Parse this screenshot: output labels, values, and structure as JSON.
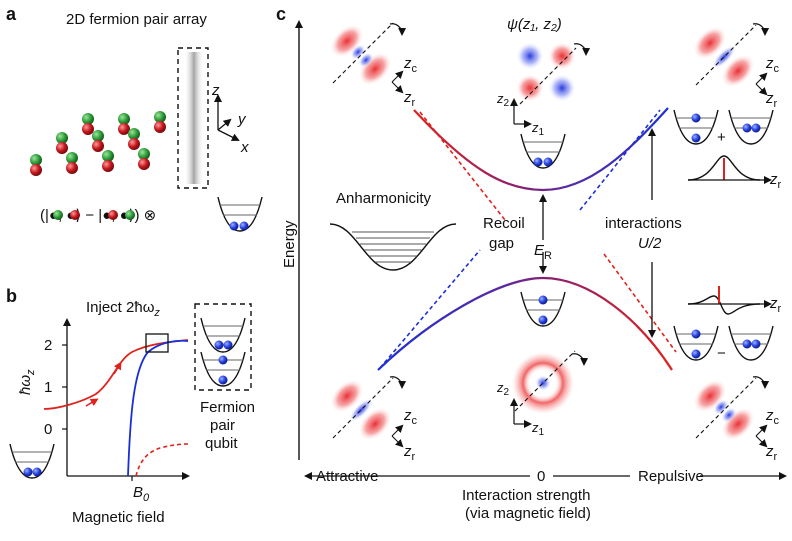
{
  "panels": {
    "a": {
      "label": "a",
      "title": "2D fermion pair array",
      "axes": {
        "z": "z",
        "y": "y",
        "x": "x"
      },
      "state_formula": "(|●, ●⟩ − |●, ●⟩) ⊗"
    },
    "b": {
      "label": "b",
      "title": "Inject 2ħω",
      "title_sub": "z",
      "ylabel": "ħω",
      "ylabel_sub": "z",
      "yticks": [
        "0",
        "1",
        "2"
      ],
      "xtick": "B",
      "xtick_sub": "0",
      "xlabel": "Magnetic field",
      "qubit_label": [
        "Fermion",
        "pair",
        "qubit"
      ]
    },
    "c": {
      "label": "c",
      "psi_label": "ψ(z₁, z₂)",
      "energy_label": "Energy",
      "anharmonicity": "Anharmonicity",
      "recoil_gap": [
        "Recoil",
        "gap"
      ],
      "er": "E",
      "er_sub": "R",
      "interactions": [
        "interactions",
        "U/2"
      ],
      "plus": "+",
      "minus": "−",
      "zc": "z",
      "zc_sub": "c",
      "zr": "z",
      "zr_sub": "r",
      "z1": "z",
      "z1_sub": "1",
      "z2": "z",
      "z2_sub": "2",
      "xaxis_left": "Attractive",
      "xaxis_zero": "0",
      "xaxis_right": "Repulsive",
      "xaxis_title": [
        "Interaction strength",
        "(via magnetic field)"
      ]
    }
  },
  "colors": {
    "red": "#e0221c",
    "blue": "#1a2fd6",
    "atom_green": "#2e9e3a",
    "atom_red": "#c4161c",
    "atom_blue": "#2340e0"
  }
}
